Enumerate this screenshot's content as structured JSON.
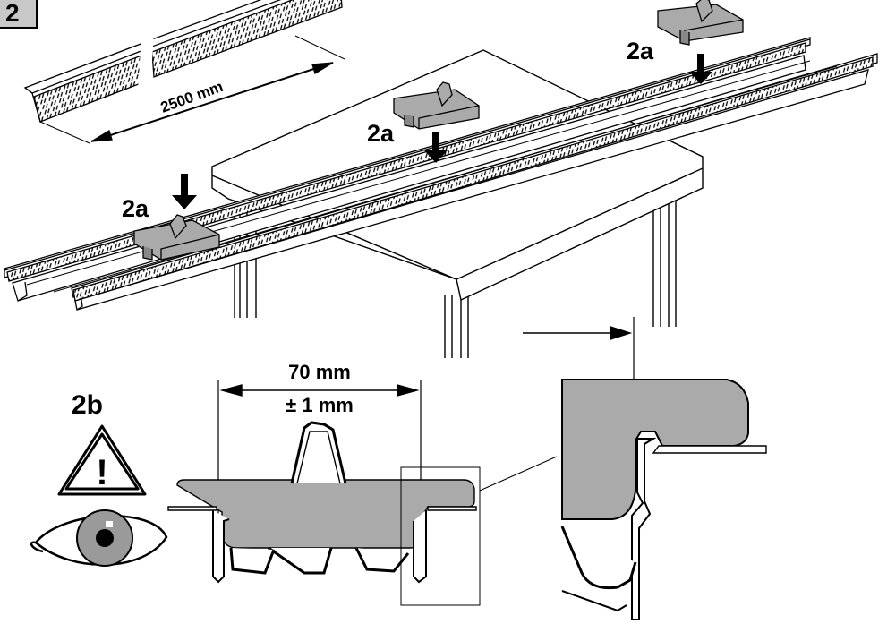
{
  "step": "2",
  "rail_length_label": "2500 mm",
  "clip_label": "2a",
  "warning_label": "2b",
  "warning_symbol": "!",
  "gap_dimension": "70 mm",
  "gap_tolerance": "± 1 mm",
  "icons": [
    "warning-triangle-icon",
    "eye-icon"
  ],
  "colors": {
    "ink": "#000000",
    "part_fill": "#aaaaaa",
    "badge_fill": "#c8c8c8",
    "eye_iris": "#9a9a9a"
  }
}
